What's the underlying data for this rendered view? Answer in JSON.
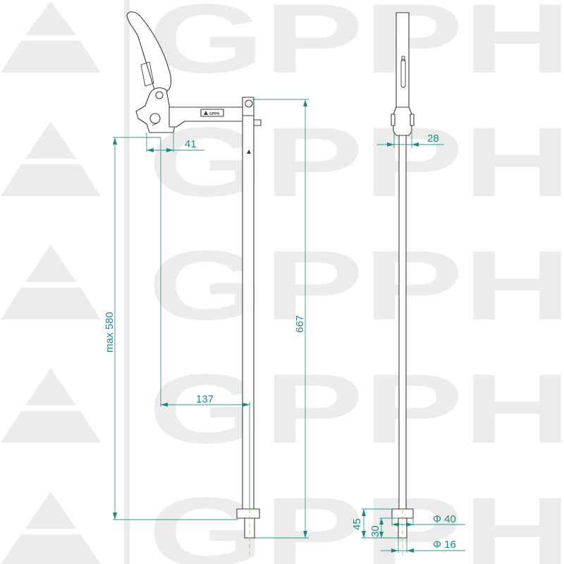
{
  "watermark": {
    "text": "GPPH",
    "color": "#ececec",
    "rows_y": [
      0,
      175,
      350,
      525,
      700
    ]
  },
  "colors": {
    "dimension": "#1a8a86",
    "outline": "#3a3a3a",
    "centerline": "#c8c060"
  },
  "views": {
    "side": {
      "label_plate": "GPPH",
      "dimensions": {
        "lever_offset": "41",
        "max_height": "max 580",
        "total_height": "667",
        "reach": "137"
      }
    },
    "front": {
      "dimensions": {
        "width": "28",
        "pad_height": "45",
        "pin_height": "30",
        "pad_diameter": "Φ 40",
        "pin_diameter": "Φ 16"
      }
    }
  }
}
